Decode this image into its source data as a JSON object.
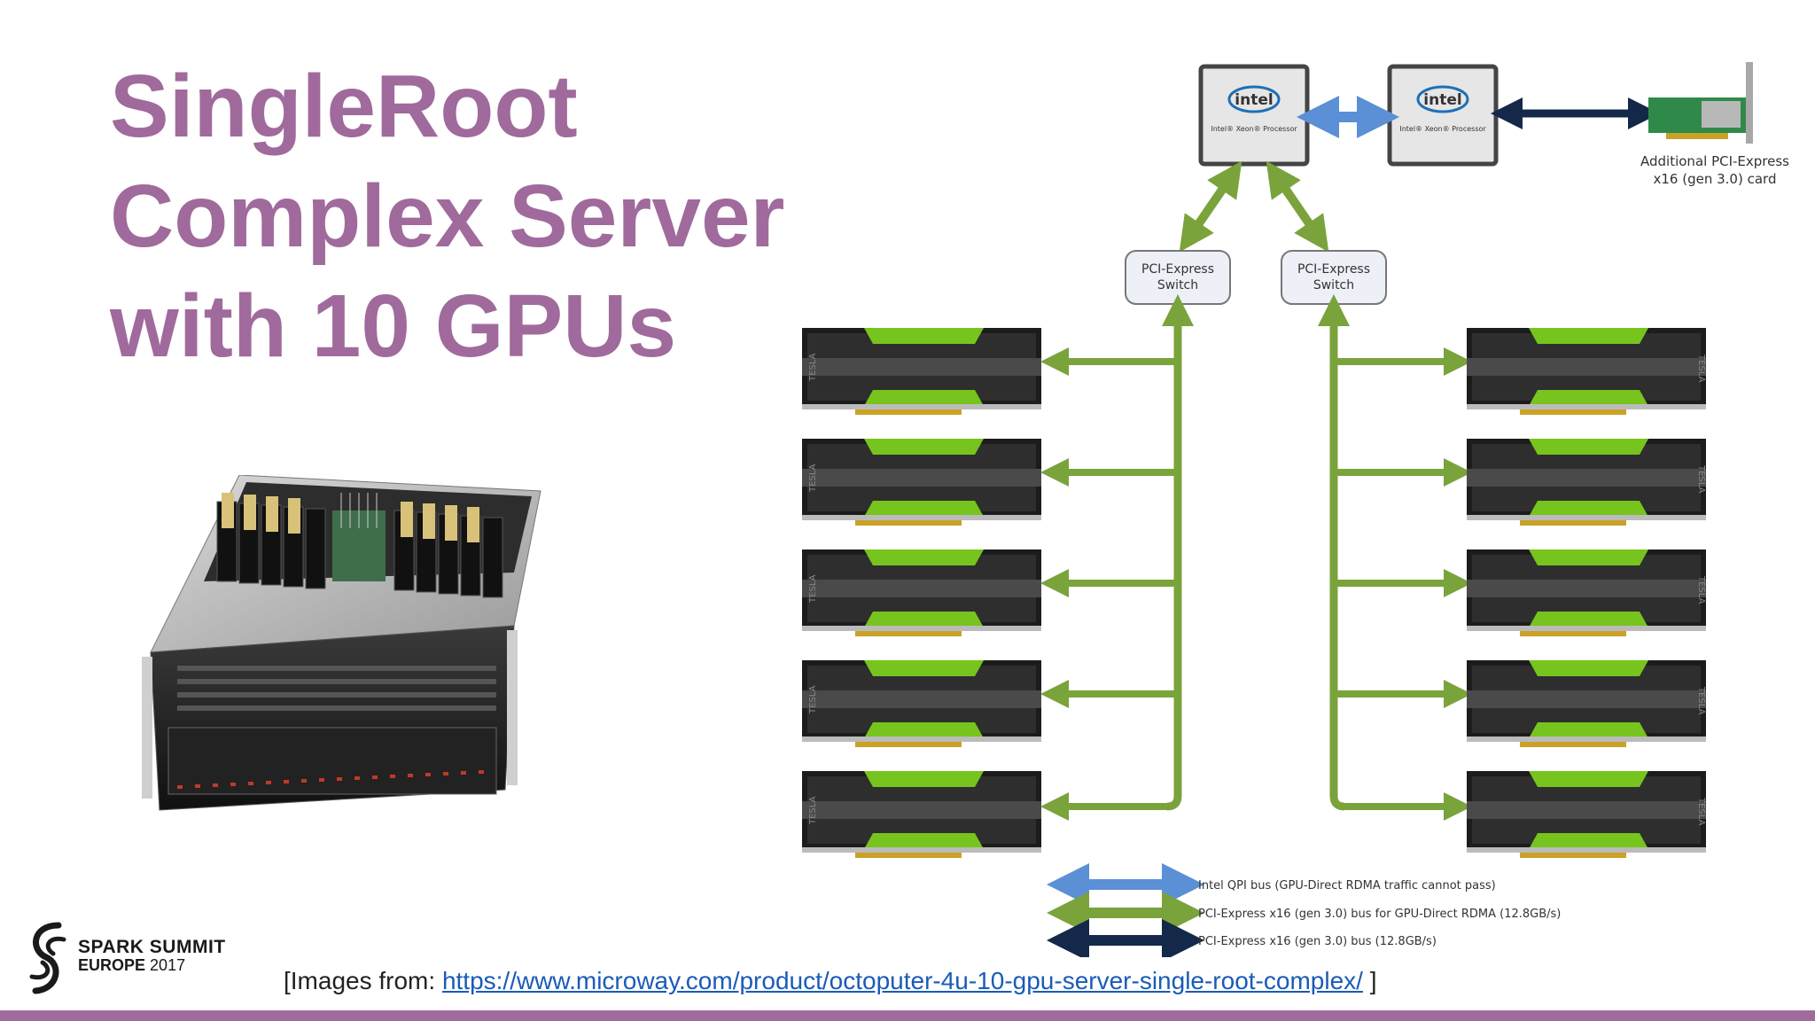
{
  "title": {
    "line1": "SingleRoot",
    "line2": "Complex Server",
    "line3": "with 10 GPUs"
  },
  "diagram": {
    "cpu_logo_text": "intel",
    "cpu_subtext": "Intel® Xeon® Processor",
    "pci_card_label_line1": "Additional PCI-Express",
    "pci_card_label_line2": "x16 (gen 3.0) card",
    "switch_left_line1": "PCI-Express",
    "switch_left_line2": "Switch",
    "switch_right_line1": "PCI-Express",
    "switch_right_line2": "Switch",
    "gpu_side_label": "TESLA",
    "legend": [
      {
        "label": "Intel QPI bus (GPU-Direct RDMA traffic cannot pass)",
        "color": "#5b8fd6"
      },
      {
        "label": "PCI-Express x16 (gen 3.0) bus for GPU-Direct RDMA (12.8GB/s)",
        "color": "#7aa33c"
      },
      {
        "label": "PCI-Express x16 (gen 3.0) bus (12.8GB/s)",
        "color": "#14284a"
      }
    ]
  },
  "logo": {
    "line1": "SPARK SUMMIT",
    "line2": "EUROPE",
    "year": "2017"
  },
  "caption": {
    "prefix": "[Images from: ",
    "link": "https://www.microway.com/product/octoputer-4u-10-gpu-server-single-root-complex/",
    "suffix": " ]"
  },
  "colors": {
    "title": "#a06a9c",
    "bar": "#a06a9c",
    "pcie_green": "#7aa33c",
    "qpi_blue": "#5b8fd6",
    "pcie_dark": "#14284a",
    "gpu_green": "#76c41d"
  }
}
